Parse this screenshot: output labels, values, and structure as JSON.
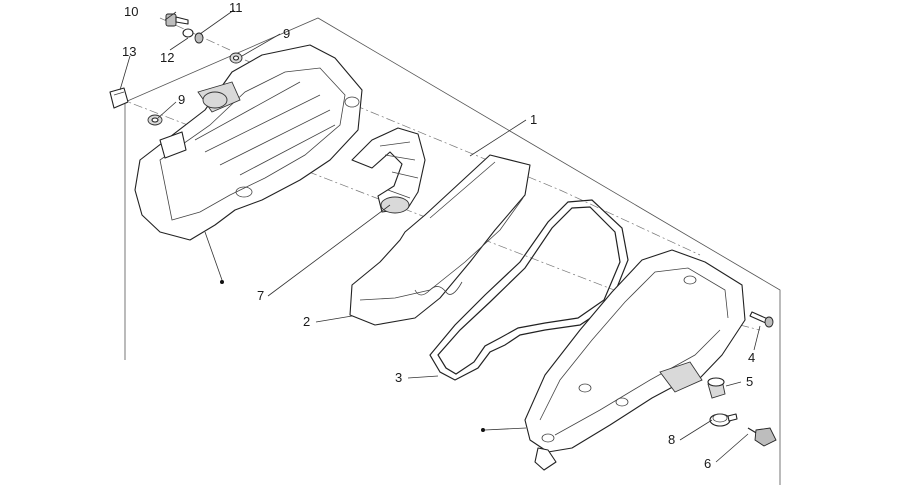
{
  "callouts": [
    {
      "id": "1",
      "text": "1"
    },
    {
      "id": "2",
      "text": "2"
    },
    {
      "id": "3",
      "text": "3"
    },
    {
      "id": "4",
      "text": "4"
    },
    {
      "id": "5",
      "text": "5"
    },
    {
      "id": "6",
      "text": "6"
    },
    {
      "id": "7",
      "text": "7"
    },
    {
      "id": "8",
      "text": "8"
    },
    {
      "id": "9a",
      "text": "9"
    },
    {
      "id": "9b",
      "text": "9"
    },
    {
      "id": "10",
      "text": "10"
    },
    {
      "id": "11",
      "text": "11"
    },
    {
      "id": "12",
      "text": "12"
    },
    {
      "id": "13",
      "text": "13"
    }
  ]
}
